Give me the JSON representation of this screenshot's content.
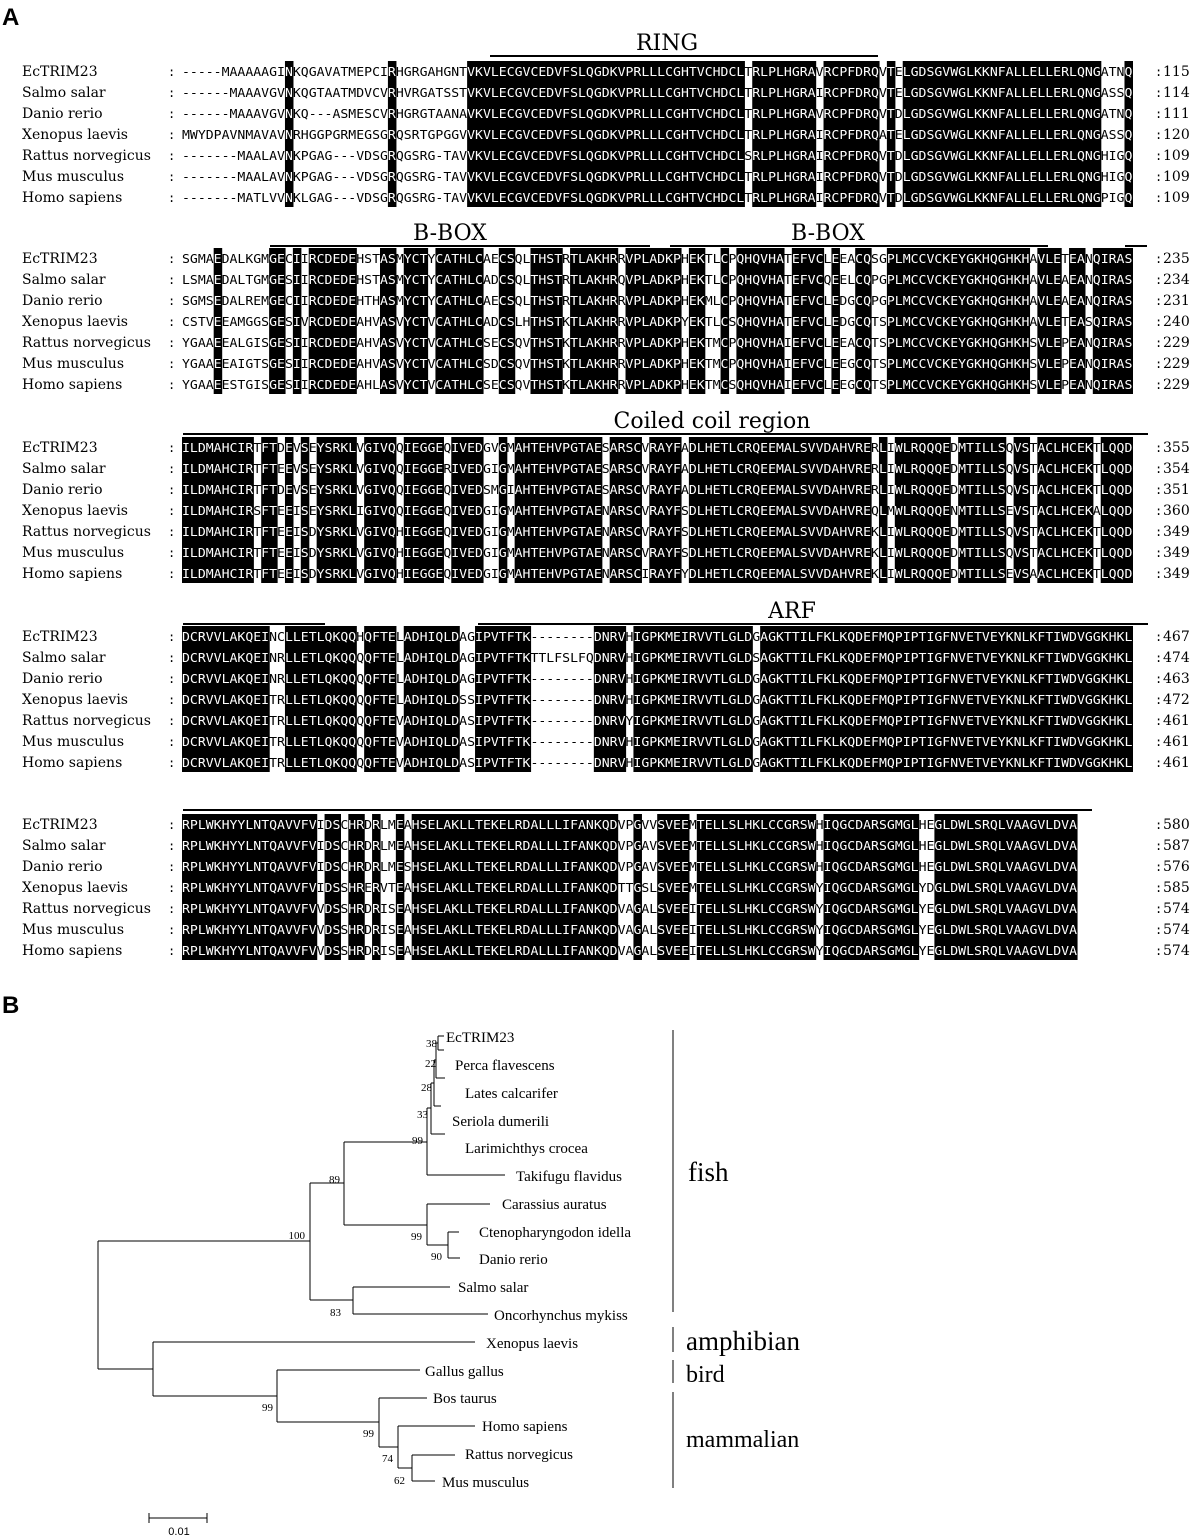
{
  "panel_a": {
    "label": "A",
    "blocks": [
      {
        "domains": [
          "RING"
        ],
        "rows": [
          {
            "name": "EcTRIM23",
            "seq": "-----MAAAAAGINKQGAVATMEPCIRHGRGAHGNTVKVLECGVCEDVFSLQGDKVPRLLLCGHTVCHDCLTRLPLHGRAVRCPFDRQVTELGDSGVWGLKKNFALLELLERLQNGATNQ",
            "end": "115"
          },
          {
            "name": "Salmo salar",
            "seq": "------MAAAVGVNKQGTAATMDVCVRHVRGATSSTVKVLECGVCEDVFSLQGDKVPRLLLCGHTVCHDCLTRLPLHGRAIRCPFDRQVTELGDSGVWGLKKNFALLELLERLQNGASSQ",
            "end": "114"
          },
          {
            "name": "Danio rerio",
            "seq": "------MAAAVGVNKQ---ASMESCVRHGRGTAANAVKVLECGVCEDVFSLQGDKVPRLLLCGHTVCHDCLTRLPLHGRAVRCPFDRQVTDLGDSGVWGLKKNFALLELLERLQNGATNQ",
            "end": "111"
          },
          {
            "name": "Xenopus laevis",
            "seq": "MWYDPAVNMAVAVNRHGGPGRMEGSGRQSRTGPGGVVKVLECGVCEDVFSLQGDKVPRLLLCGHTVCHDCLTRLPLHGRAIRCPFDRQATELGDSGVWGLKKNFALLELLERLQNGASSQ",
            "end": "120"
          },
          {
            "name": "Rattus norvegicus",
            "seq": "-------MAALAVNKPGAG---VDSGRQGSRG-TAVVKVLECGVCEDVFSLQGDKVPRLLLCGHTVCHDCLSRLPLHGRAIRCPFDRQVTDLGDSGVWGLKKNFALLELLERLQNGHIGQ",
            "end": "109"
          },
          {
            "name": "Mus musculus",
            "seq": "-------MAALAVNKPGAG---VDSGRQGSRG-TAVVKVLECGVCEDVFSLQGDKVPRLLLCGHTVCHDCLTRLPLHGRAIRCPFDRQVTDLGDSGVWGLKKNFALLELLERLQNGHIGQ",
            "end": "109"
          },
          {
            "name": "Homo sapiens",
            "seq": "-------MATLVVNKLGAG---VDSGRQGSRG-TAVVKVLECGVCEDVFSLQGDKVPRLLLCGHTVCHDCLTRLPLHGRAIRCPFDRQVTDLGDSGVWGLKKNFALLELLERLQNGPIGQ",
            "end": "109"
          }
        ]
      },
      {
        "domains": [
          "B-BOX",
          "B-BOX"
        ],
        "rows": [
          {
            "name": "EcTRIM23",
            "seq": "SGMAEDALKGMGECIIRCDEDEHSTASMYCTYCATHLCAECSQLTHSTRTLAKHRRVPLADKPHEKTLCPQHQVHATEFVCLEEACQSGPLMCCVCKEYGKHQGHKHAVLETEANQIRAS",
            "end": "235"
          },
          {
            "name": "Salmo salar",
            "seq": "LSMAEDALTGMGESIIRCDEDEHSTASMYCTYCATHLCADCSQLTHSTRTLAKHRQVPLADKPHEKTLCPQHQVHATEFVCQEELCQPGPLMCCVCKEYGKHQGHKHAVLEAEANQIRAS",
            "end": "234"
          },
          {
            "name": "Danio rerio",
            "seq": "SGMSEDALREMGECIIRCDEDEHTHASMYCTYCATHLCAECSQLTHSTRTLAKHRRVPLADKPHEKMLCPQHQVHATEFVCLEDGCQPGPLMCCVCKEYGKHQGHKHAVLEAEANQIRAS",
            "end": "231"
          },
          {
            "name": "Xenopus laevis",
            "seq": "CSTVEEAMGGSGESIVRCDEDEAHVASVYCTVCATHLCADCSLHTHSTKTLAKHRRVPLADKPYEKTLCSQHQVHATEFVCLEDGCQTSPLMCCVCKEYGKHQGHKHAVLETEASQIRAS",
            "end": "240"
          },
          {
            "name": "Rattus norvegicus",
            "seq": "YGAAEEALGISGESIIRCDEDEAHVASVYCTVCATHLCSECSQVTHSTKTLAKHRRVPLADKPHEKTMCPQHQVHAIEFVCLEEACQTSPLMCCVCKEYGKHQGHKHSVLEPEANQIRAS",
            "end": "229"
          },
          {
            "name": "Mus musculus",
            "seq": "YGAAEEAIGTSGESIIRCDEDEAHVASVYCTVCATHLCSDCSQVTHSTKTLAKHRRVPLADKPHEKTMCPQHQVHAIEFVCLEEGCQTSPLMCCVCKEYGKHQGHKHSVLEPEANQIRAS",
            "end": "229"
          },
          {
            "name": "Homo sapiens",
            "seq": "YGAAEESTGISGESIIRCDEDEAHLASVYCTVCATHLCSECSQVTHSTKTLAKHRRVPLADKPHEKTMCSQHQVHAIEFVCLEEGCQTSPLMCCVCKEYGKHQGHKHSVLEPEANQIRAS",
            "end": "229"
          }
        ]
      },
      {
        "domains": [
          "Coiled coil region"
        ],
        "rows": [
          {
            "name": "EcTRIM23",
            "seq": "ILDMAHCIRTFTDEVSEYSRKLVGIVQQIEGGEQIVEDGVGMAHTEHVPGTAESARSCVRAYFADLHETLCRQEEMALSVVDAHVRERLIWLRQQQEDMTILLSQVSTACLHCEKTLQQD",
            "end": "355"
          },
          {
            "name": "Salmo salar",
            "seq": "ILDMAHCIRTFTEEVSEYSRKLVGIVQQIEGGERIVEDGIGMAHTEHVPGTAESARSCVRAYFADLHETLCRQEEMALSVVDAHVRERLIWLRQQQEDMTILLSQVSTACLHCEKTLQQD",
            "end": "354"
          },
          {
            "name": "Danio rerio",
            "seq": "ILDMAHCIRTFTDEVSEYSRKLVGIVQQIEGGEQIVEDSMGIAHTEHVPGTAESARSCVRAYFADLHETLCRQEEMALSVVDAHVRERLIWLRQQQEDMTILLSQVSTACLHCEKTLQQD",
            "end": "351"
          },
          {
            "name": "Xenopus laevis",
            "seq": "ILDMAHCIRSFTEEISEYSRKLIGIVQQIEGGEQIVEDGIGMAHTEHVPGTAENARSCVRAYFSDLHETLCRQEEMALSVVDAHVREQLMWLRQQQENMTILLSEVSTACLHCEKALQQD",
            "end": "360"
          },
          {
            "name": "Rattus norvegicus",
            "seq": "ILDMAHCIRTFTEEISDYSRKLVGIVQHIEGGEQIVEDGIGMAHTEHVPGTAENARSCVRAYFSDLHETLCRQEEMALSVVDAHVREKLIWLRQQQEDMTILLSQVSTACLHCEKTLQQD",
            "end": "349"
          },
          {
            "name": "Mus musculus",
            "seq": "ILDMAHCIRTFTEEISDYSRKLVGIVQHIEGGEQIVEDGIGMAHTEHVPGTAENARSCVRAYFSDLHETLCRQEEMALSVVDAHVREKLIWLRQQQEDMTILLSQVSTACLHCEKTLQQD",
            "end": "349"
          },
          {
            "name": "Homo sapiens",
            "seq": "ILDMAHCIRTFTEEISDYSRKLVGIVQHIEGGEQIVEDGIGMAHTEHVPGTAENARSCIRAYFYDLHETLCRQEEMALSVVDAHVREKLIWLRQQQEDMTILLSEVSAACLHCEKTLQQD",
            "end": "349"
          }
        ]
      },
      {
        "domains": [
          "ARF"
        ],
        "rows": [
          {
            "name": "EcTRIM23",
            "seq": "DCRVVLAKQEINCLLETLQKQQHQFTELADHIQLDAGIPVTFTK--------DNRVHIGPKMEIRVVTLGLDGAGKTTILFKLKQDEFMQPIPTIGFNVETVEYKNLKFTIWDVGGKHKL",
            "end": "467"
          },
          {
            "name": "Salmo salar",
            "seq": "DCRVVLAKQEINRLLETLQKQQQQFTELADHIQLDAGIPVTFTKTTLFSLFQDNRVHIGPKMEIRVVTLGLDSAGKTTILFKLKQDEFMQPIPTIGFNVETVEYKNLKFTIWDVGGKHKL",
            "end": "474"
          },
          {
            "name": "Danio rerio",
            "seq": "DCRVVLAKQEINRLLETLQKQQQQFTELADHIQLDAGIPVTFTK--------DNRVHIGPKMEIRVVTLGLDGAGKTTILFKLKQDEFMQPIPTIGFNVETVEYKNLKFTIWDVGGKHKL",
            "end": "463"
          },
          {
            "name": "Xenopus laevis",
            "seq": "DCRVVLAKQEITRLLETLQKQQQQFTELADHIQLDSSIPVTFTK--------DNRVHIGPKMEIRVVTLGLDGAGKTTILFKLKQDEFMQPIPTIGFNVETVEYKNLKFTIWDVGGKHKL",
            "end": "472"
          },
          {
            "name": "Rattus norvegicus",
            "seq": "DCRVVLAKQEITRLLETLQKQQQQFTEVADHIQLDASIPVTFTK--------DNRVYIGPKMEIRVVTLGLDGAGKTTILFKLKQDEFMQPIPTIGFNVETVEYKNLKFTIWDVGGKHKL",
            "end": "461"
          },
          {
            "name": "Mus musculus",
            "seq": "DCRVVLAKQEITRLLETLQKQQQQFTEVADHIQLDASIPVTFTK--------DNRVHIGPKMEIRVVTLGLDGAGKTTILFKLKQDEFMQPIPTIGFNVETVEYKNLKFTIWDVGGKHKL",
            "end": "461"
          },
          {
            "name": "Homo sapiens",
            "seq": "DCRVVLAKQEITRLLETLQKQQQQFTEVADHIQLDASIPVTFTK--------DNRVHIGPKMEIRVVTLGLDGAGKTTILFKLKQDEFMQPIPTIGFNVETVEYKNLKFTIWDVGGKHKL",
            "end": "461"
          }
        ]
      },
      {
        "domains": [],
        "rows": [
          {
            "name": "EcTRIM23",
            "seq": "RPLWKHYYLNTQAVVFVIDSCHRDRLMEAHSELAKLLTEKELRDALLLIFANKQDVPGVVSVEEMTELLSLHKLCCGRSWHIQGCDARSGMGLHEGLDWLSRQLVAAGVLDVA",
            "end": "580"
          },
          {
            "name": "Salmo salar",
            "seq": "RPLWKHYYLNTQAVVFVIDSCHRDRLMEAHSELAKLLTEKELRDALLLIFANKQDVPGAVSVEEMTELLSLHKLCCGRSWHIQGCDARSGMGLHEGLDWLSRQLVAAGVLDVA",
            "end": "587"
          },
          {
            "name": "Danio rerio",
            "seq": "RPLWKHYYLNTQAVVFVIDSCHRDRLMESHSELAKLLTEKELRDALLLIFANKQDVPGAVSVEEMTELLSLHKLCCGRSWHIQGCDARSGMGLHEGLDWLSRQLVAAGVLDVA",
            "end": "576"
          },
          {
            "name": "Xenopus laevis",
            "seq": "RPLWKHYYLNTQAVVFVIDSSHRERVTEAHSELAKLLTEKELRDALLLIFANKQDTTGSLSVEEMTELLSLHKLCCGRSWYIQGCDARSGMGLYDGLDWLSRQLVAAGVLDVA",
            "end": "585"
          },
          {
            "name": "Rattus norvegicus",
            "seq": "RPLWKHYYLNTQAVVFVVDSSHRDRISEAHSELAKLLTEKELRDALLLIFANKQDVAGALSVEEITELLSLHKLCCGRSWYIQGCDARSGMGLYEGLDWLSRQLVAAGVLDVA",
            "end": "574"
          },
          {
            "name": "Mus musculus",
            "seq": "RPLWKHYYLNTQAVVFVVDSSHRDRISEAHSELAKLLTEKELRDALLLIFANKQDVAGALSVEEITELLSLHKLCCGRSWYIQGCDARSGMGLYEGLDWLSRQLVAAGVLDVA",
            "end": "574"
          },
          {
            "name": "Homo sapiens",
            "seq": "RPLWKHYYLNTQAVVFVVDSSHRDRISEAHSELAKLLTEKELRDALLLIFANKQDVAGALSVEEITELLSLHKLCCGRSWYIQGCDARSGMGLYEGLDWLSRQLVAAGVLDVA",
            "end": "574"
          }
        ]
      }
    ]
  },
  "panel_b": {
    "label": "B",
    "taxa": [
      "EcTRIM23",
      "Perca flavescens",
      "Lates calcarifer",
      "Seriola dumerili",
      "Larimichthys crocea",
      "Takifugu flavidus",
      "Carassius auratus",
      "Ctenopharyngodon idella",
      "Danio rerio",
      "Salmo salar",
      "Oncorhynchus mykiss",
      "Xenopus laevis",
      "Gallus gallus",
      "Bos taurus",
      "Homo sapiens",
      "Rattus norvegicus",
      "Mus musculus"
    ],
    "bootstrap": [
      "38",
      "22",
      "28",
      "33",
      "99",
      "89",
      "99",
      "90",
      "100",
      "83",
      "99",
      "99",
      "74",
      "62"
    ],
    "groups": [
      "fish",
      "amphibian",
      "bird",
      "mammalian"
    ],
    "scale_label": "0.01"
  }
}
